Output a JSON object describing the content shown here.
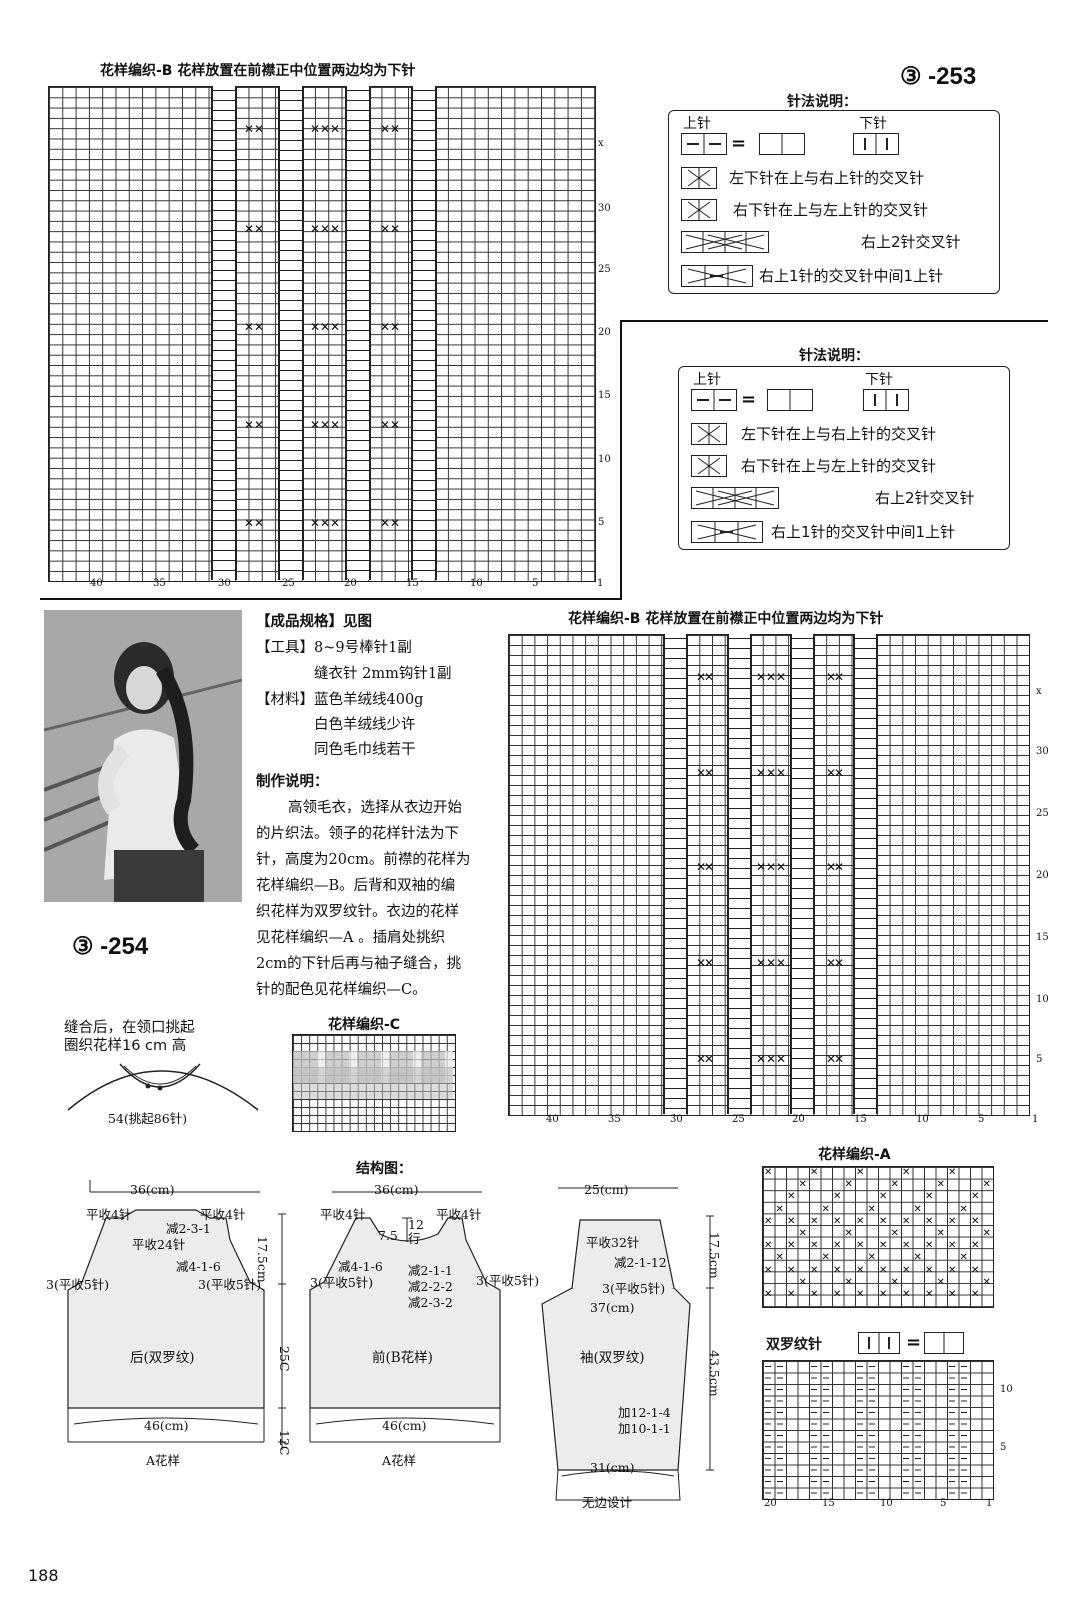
{
  "top_chart": {
    "title": "花样编织-B 花样放置在前襟正中位置两边均为下针",
    "row_labels": [
      "x",
      "30",
      "25",
      "20",
      "15",
      "10",
      "5"
    ],
    "col_labels": [
      "40",
      "35",
      "30",
      "25",
      "20",
      "15",
      "10",
      "5",
      "1"
    ]
  },
  "code_253": "③ -253",
  "legend_1": {
    "title": "针法说明：",
    "purl": "上针",
    "knit": "下针",
    "eq": "=",
    "item1": "左下针在上与右上针的交叉针",
    "item2": "右下针在上与左上针的交叉针",
    "item3": "右上2针交叉针",
    "item4": "右上1针的交叉针中间1上针"
  },
  "legend_2": {
    "title": "针法说明：",
    "purl": "上针",
    "knit": "下针",
    "eq": "=",
    "item1": "左下针在上与右上针的交叉针",
    "item2": "右下针在上与左上针的交叉针",
    "item3": "右上2针交叉针",
    "item4": "右上1针的交叉针中间1上针"
  },
  "spec": {
    "l1": "【成品规格】见图",
    "l2": "【工具】8~9号棒针1副",
    "l3": "缝衣针 2mm钩针1副",
    "l4": "【材料】蓝色羊绒线400g",
    "l5": "白色羊绒线少许",
    "l6": "同色毛巾线若干",
    "heading": "制作说明：",
    "p1": "高领毛衣，选择从衣边开始",
    "p2": "的片织法。领子的花样针法为下",
    "p3": "针，高度为20cm。前襟的花样为",
    "p4": "花样编织—B。后背和双袖的编",
    "p5": "织花样为双罗纹针。衣边的花样",
    "p6": "见花样编织—A 。插肩处挑织",
    "p7": "2cm的下针后再与袖子缝合，挑",
    "p8": "针的配色见花样编织—C。"
  },
  "code_254": "③ -254",
  "collar": {
    "l1": "缝合后，在领口挑起",
    "l2": "圈织花样16 cm 高",
    "pick": "54(挑起86针)"
  },
  "chart_c": {
    "title": "花样编织-C"
  },
  "mid_chart": {
    "title": "花样编织-B 花样放置在前襟正中位置两边均为下针",
    "row_labels": [
      "x",
      "30",
      "25",
      "20",
      "15",
      "10",
      "5"
    ],
    "col_labels": [
      "40",
      "35",
      "30",
      "25",
      "20",
      "15",
      "10",
      "5",
      "1"
    ]
  },
  "chart_a": {
    "title": "花样编织-A"
  },
  "rib": {
    "title": "双罗纹针",
    "eq": "=",
    "row_labels": [
      "10",
      "5"
    ],
    "col_labels": [
      "20",
      "15",
      "10",
      "5",
      "1"
    ]
  },
  "structure": {
    "title": "结构图：",
    "back": {
      "width_top": "36(cm)",
      "left_bind": "平收4针",
      "right_bind": "平收4针",
      "dec1": "减2-3-1",
      "bind24": "平收24针",
      "dec2": "减4-1-6",
      "side_left": "3(平收5针)",
      "side_right": "3(平收5针)",
      "label": "后(双罗纹)",
      "bottom": "46(cm)",
      "band": "A花样",
      "h1": "17.5cm",
      "h2": "25C",
      "h3": "12C"
    },
    "front": {
      "width_top": "36(cm)",
      "left_bind": "平收4针",
      "right_bind": "平收4针",
      "neck_h": "7.5",
      "neck_rows": "12行",
      "dec1": "减4-1-6",
      "dec2": "减2-1-1",
      "dec3": "减2-2-2",
      "dec4": "减2-3-2",
      "side_left": "3(平收5针)",
      "side_right": "3(平收5针)",
      "label": "前(B花样)",
      "bottom": "46(cm)",
      "band": "A花样"
    },
    "sleeve": {
      "width_top": "25(cm)",
      "bind32": "平收32针",
      "dec": "减2-1-12",
      "side": "3(平收5针)",
      "width_mid": "37(cm)",
      "label": "袖(双罗纹)",
      "inc1": "加12-1-4",
      "inc2": "加10-1-1",
      "bottom": "31(cm)",
      "band": "无边设计",
      "h1": "17.5cm",
      "h2": "43.5cm"
    }
  },
  "page_number": "188",
  "colors": {
    "ink": "#111111",
    "grey_fill": "#c8c8c8",
    "photo_bg": "#9a9a9a"
  }
}
